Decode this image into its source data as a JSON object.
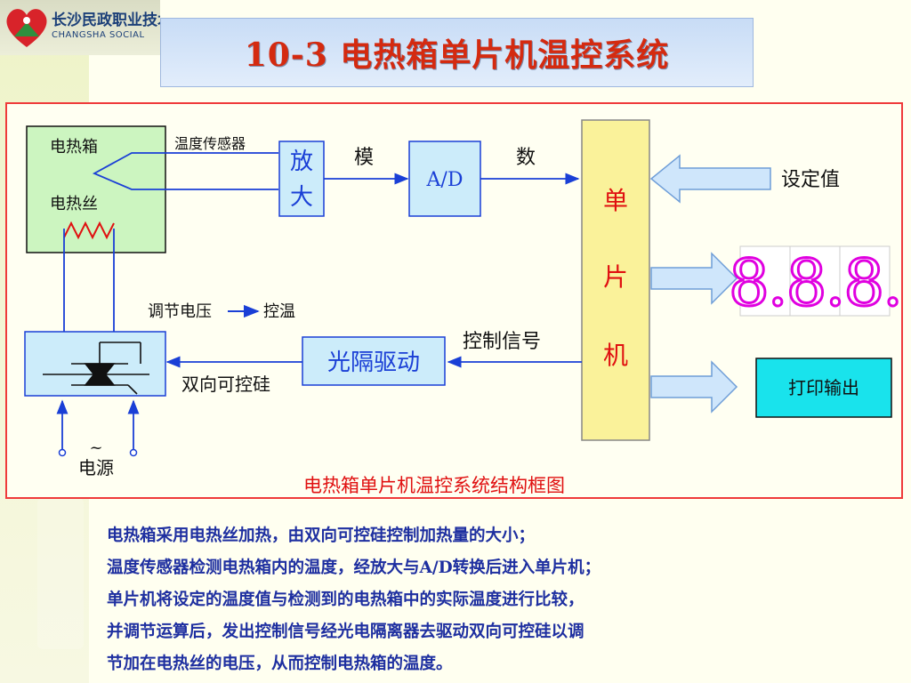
{
  "logo": {
    "school_cn": "长沙民政职业技术学院",
    "school_en": "CHANGSHA SOCIAL"
  },
  "slide_title": "10-3  电热箱单片机温控系统",
  "diagram": {
    "oven_label": "电热箱",
    "wire_label": "电热丝",
    "sensor_label": "温度传感器",
    "amp_label_top": "放",
    "amp_label_bottom": "大",
    "analog_label": "模",
    "adc_label": "A/D",
    "digital_label": "数",
    "mcu_char1": "单",
    "mcu_char2": "片",
    "mcu_char3": "机",
    "setpoint_label": "设定值",
    "display_digits": "8.8.8.",
    "print_label": "打印输出",
    "control_signal_label": "控制信号",
    "opto_label": "光隔驱动",
    "triac_label": "双向可控硅",
    "adjust_voltage_label": "调节电压",
    "temp_control_label": "控温",
    "power_symbol": "~",
    "power_label": "电源",
    "caption": "电热箱单片机温控系统结构框图"
  },
  "description_lines": [
    "电热箱采用电热丝加热，由双向可控硅控制加热量的大小；",
    "温度传感器检测电热箱内的温度，经放大与A/D转换后进入单片机；",
    "单片机将设定的温度值与检测到的电热箱中的实际温度进行比较，",
    "并调节运算后，发出控制信号经光电隔离器去驱动双向可控硅以调",
    "节加在电热丝的电压，从而控制电热箱的温度。"
  ],
  "colors": {
    "title_red": "#d42a10",
    "frame_red": "#ef3a3a",
    "signal_blue": "#1a3fd6",
    "oven_green": "#ccf5c0",
    "mcu_yellow": "#faf29a",
    "box_cyan": "#ccecfa",
    "print_cyan": "#19e3ec",
    "display_magenta": "#e000e0",
    "text_blue": "#1e2fa0"
  }
}
